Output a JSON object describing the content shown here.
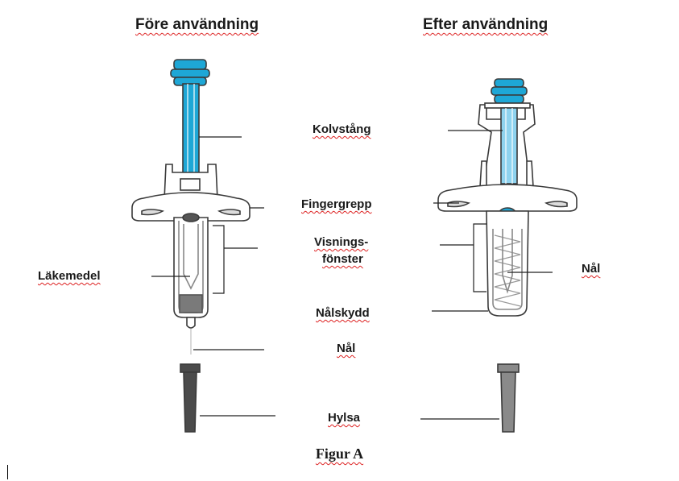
{
  "headings": {
    "before": "Före användning",
    "after": "Efter användning"
  },
  "labels": {
    "plunger_rod": "Kolvstång",
    "finger_grip": "Fingergrepp",
    "viewing_window_line1": "Visnings-",
    "viewing_window_line2": "fönster",
    "medicine": "Läkemedel",
    "needle_guard": "Nålskydd",
    "needle_before": "Nål",
    "needle_after": "Nål",
    "cap": "Hylsa"
  },
  "caption": "Figur A",
  "colors": {
    "plunger": "#1ea7d6",
    "plunger_light": "#8fd3ef",
    "outline": "#3a3a3a",
    "cap_dark": "#4b4b4b",
    "cap_gray": "#8a8a8a",
    "medicine": "#7a7a7a",
    "wavy_underline": "#dd2222"
  }
}
